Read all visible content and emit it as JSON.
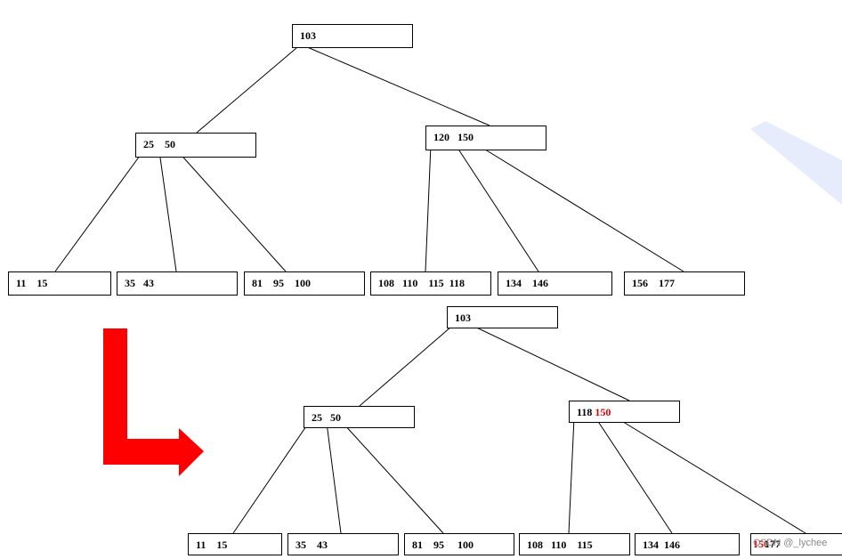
{
  "colors": {
    "arrow": "#ff0000",
    "highlight": "#e00000",
    "stroke": "#000000",
    "decor_band": "#e6ecfb"
  },
  "top_tree": {
    "root": "103",
    "level1": [
      "25    50",
      "120   150"
    ],
    "leaves": [
      "11    15",
      "35   43",
      "81    95    100",
      "108   110    115  118",
      "134    146",
      "156    177"
    ]
  },
  "bottom_tree": {
    "root": "103",
    "level1_left": "25   50",
    "level1_right_prefix": "118 ",
    "level1_right_highlight": "150",
    "leaves": [
      "11    15",
      "35    43",
      "81    95     100",
      "108   110    115",
      "134  146"
    ],
    "last_leaf_highlight": "150",
    "last_leaf_rest": "177"
  },
  "watermark": {
    "overlay": "CSDN @_lychee"
  }
}
